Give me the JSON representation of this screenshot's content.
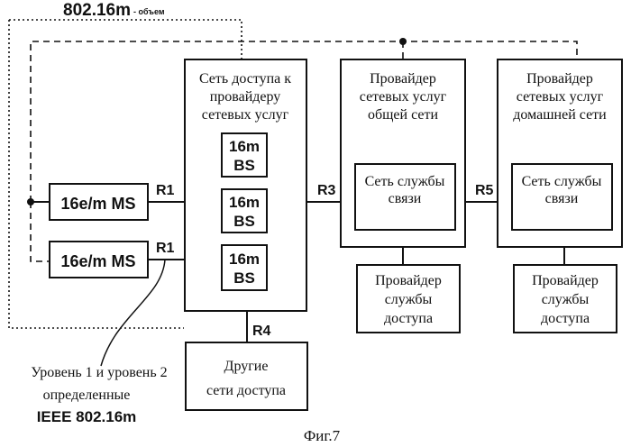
{
  "header": {
    "standard": "802.16m",
    "note": "- объем"
  },
  "ms": {
    "top": "16e/m MS",
    "bottom": "16e/m MS"
  },
  "refpoints": {
    "r1_top": "R1",
    "r1_bottom": "R1",
    "r3": "R3",
    "r4": "R4",
    "r5": "R5"
  },
  "nap": {
    "title": [
      "Сеть доступа к",
      "провайдеру",
      "сетевых услуг"
    ],
    "bs1": [
      "16m",
      "BS"
    ],
    "bs2": [
      "16m",
      "BS"
    ],
    "bs3": [
      "16m",
      "BS"
    ]
  },
  "visited_nsp": {
    "title": [
      "Провайдер",
      "сетевых услуг",
      "общей сети"
    ],
    "csn": [
      "Сеть службы",
      "связи"
    ],
    "asp": [
      "Провайдер",
      "службы",
      "доступа"
    ]
  },
  "home_nsp": {
    "title": [
      "Провайдер",
      "сетевых услуг",
      "домашней сети"
    ],
    "csn": [
      "Сеть службы",
      "связи"
    ],
    "asp": [
      "Провайдер",
      "службы",
      "доступа"
    ]
  },
  "other_access": [
    "Другие",
    "сети доступа"
  ],
  "layers_note": [
    "Уровень 1 и уровень 2",
    "определенные"
  ],
  "ieee": "IEEE 802.16m",
  "caption": "Фиг.7"
}
